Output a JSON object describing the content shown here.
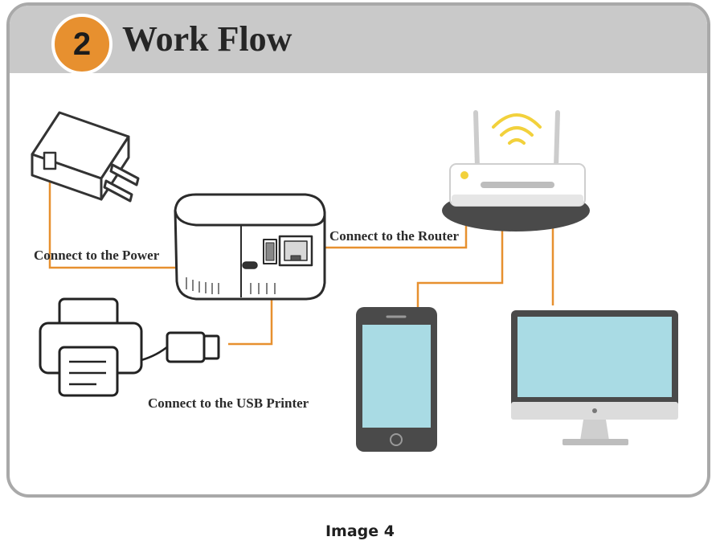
{
  "step": {
    "number": "2",
    "title": "Work Flow"
  },
  "labels": {
    "power": "Connect to  the Power",
    "router": "Connect to the Router",
    "printer": "Connect to the USB Printer"
  },
  "caption": "Image 4",
  "icons": [
    "power-adapter-icon",
    "print-server-icon",
    "router-icon",
    "wifi-icon",
    "printer-icon",
    "usb-plug-icon",
    "smartphone-icon",
    "desktop-monitor-icon"
  ],
  "colors": {
    "accent": "#e7902f",
    "header": "#c9c9c9",
    "border": "#a9a9a9",
    "screen": "#a9dbe4",
    "device": "#4a4a4a"
  }
}
